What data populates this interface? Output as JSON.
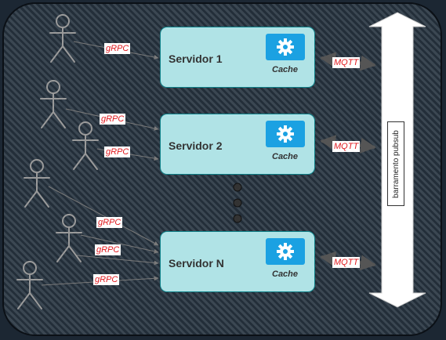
{
  "servers": [
    {
      "name": "Servidor 1",
      "cache_label": "Cache",
      "icon": "gear-icon"
    },
    {
      "name": "Servidor 2",
      "cache_label": "Cache",
      "icon": "gear-icon"
    },
    {
      "name": "Servidor N",
      "cache_label": "Cache",
      "icon": "gear-icon"
    }
  ],
  "protocols": {
    "client": "gRPC",
    "bus": "MQTT"
  },
  "bus": {
    "label": "barramento pubsub"
  },
  "colors": {
    "server_fill": "#b0e3e6",
    "server_border": "#0e8088",
    "cache_icon": "#1ba1e2",
    "protocol_text": "#e0191e",
    "actor": "#9a9a9a"
  }
}
